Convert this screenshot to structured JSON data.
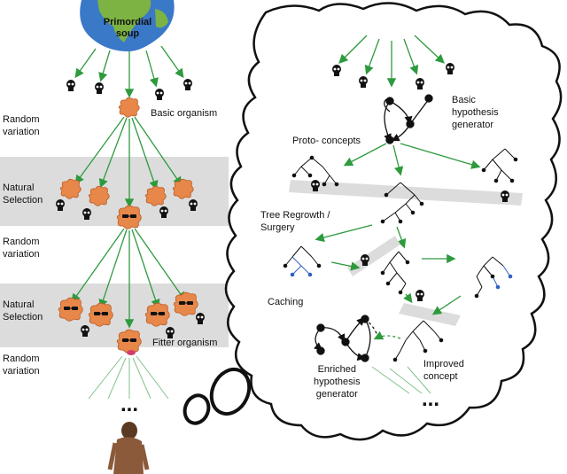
{
  "left": {
    "earth_label": "Primordial\nsoup",
    "basic_organism": "Basic organism",
    "fitter_organism": "Fitter organism",
    "random_variation": "Random\nvariation",
    "natural_selection": "Natural\nSelection",
    "ellipsis": "..."
  },
  "right": {
    "basic_hypothesis_generator": "Basic\nhypothesis\ngenerator",
    "proto_concepts": "Proto- concepts",
    "tree_regrowth": "Tree Regrowth /\nSurgery",
    "caching": "Caching",
    "enriched_generator": "Enriched\nhypothesis\ngenerator",
    "improved_concept": "Improved\nconcept",
    "ellipsis": "..."
  },
  "colors": {
    "arrow": "#2e9a3e",
    "band": "#dcdcdc",
    "organism": "#e8874a",
    "ocean": "#3a78c8",
    "land": "#7cb342"
  }
}
